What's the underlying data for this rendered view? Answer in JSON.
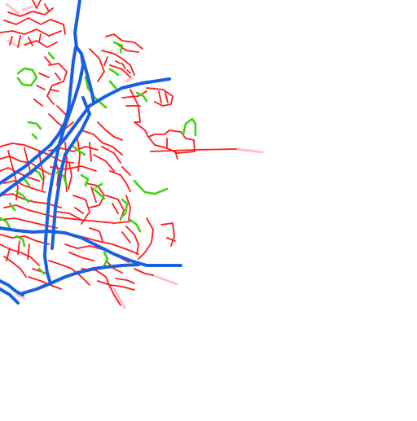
{
  "map": {
    "background": "#ffffff",
    "layers": [
      {
        "name": "minor-roads",
        "color": "#ff1a1a"
      },
      {
        "name": "trails",
        "color": "#3fd40f"
      },
      {
        "name": "highways",
        "color": "#1a5fe0"
      },
      {
        "name": "road-ends",
        "color": "#ffc0c8"
      }
    ]
  }
}
